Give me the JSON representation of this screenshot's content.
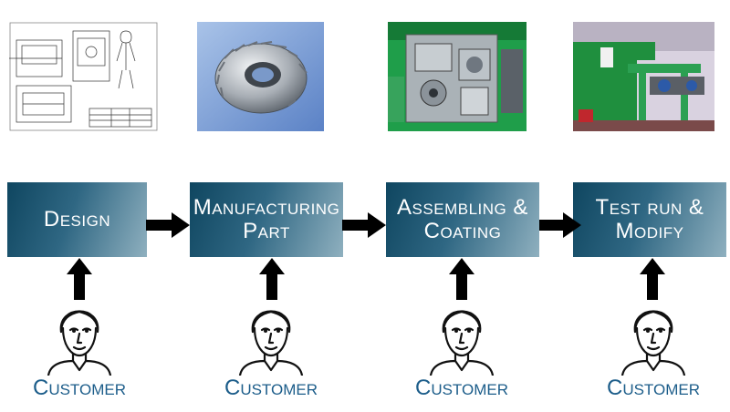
{
  "process": {
    "stages": [
      {
        "label": "Design"
      },
      {
        "label": "Manufacturing Part"
      },
      {
        "label": "Assembling & Coating"
      },
      {
        "label": "Test run & Modify"
      }
    ],
    "customer_label": "Customer"
  },
  "photos": [
    {
      "icon": "technical-drawing"
    },
    {
      "icon": "bevel-gear"
    },
    {
      "icon": "green-machine-assembly"
    },
    {
      "icon": "green-machine-test-run"
    }
  ],
  "colors": {
    "stage_dark": "#0f4660",
    "stage_light": "#8fb0bf",
    "customer_text": "#1c5d8a",
    "arrow": "#000000"
  }
}
